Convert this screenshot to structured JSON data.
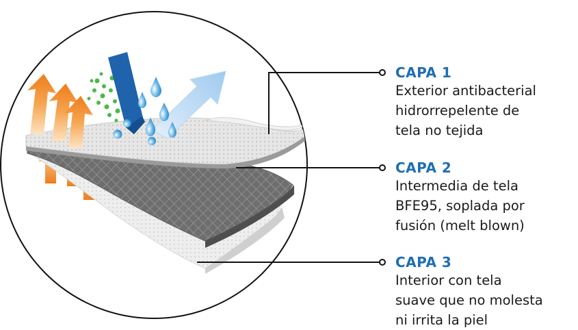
{
  "layers": [
    {
      "title": "CAPA 1",
      "lines": [
        "Exterior antibacterial",
        "hidrorrepelente de",
        "tela no tejida"
      ]
    },
    {
      "title": "CAPA 2",
      "lines": [
        "Intermedia de tela",
        "BFE95, soplada por",
        "fusión (melt blown)"
      ]
    },
    {
      "title": "CAPA 3",
      "lines": [
        "Interior con tela",
        "suave que no molesta",
        "ni irrita la piel"
      ]
    }
  ],
  "colors": {
    "title_blue": "#1f6fb2",
    "text": "#1a1a1a",
    "arrow_orange": "#f08a24",
    "bacteria_green": "#4db848",
    "drop_blue": "#3a9ad9"
  }
}
